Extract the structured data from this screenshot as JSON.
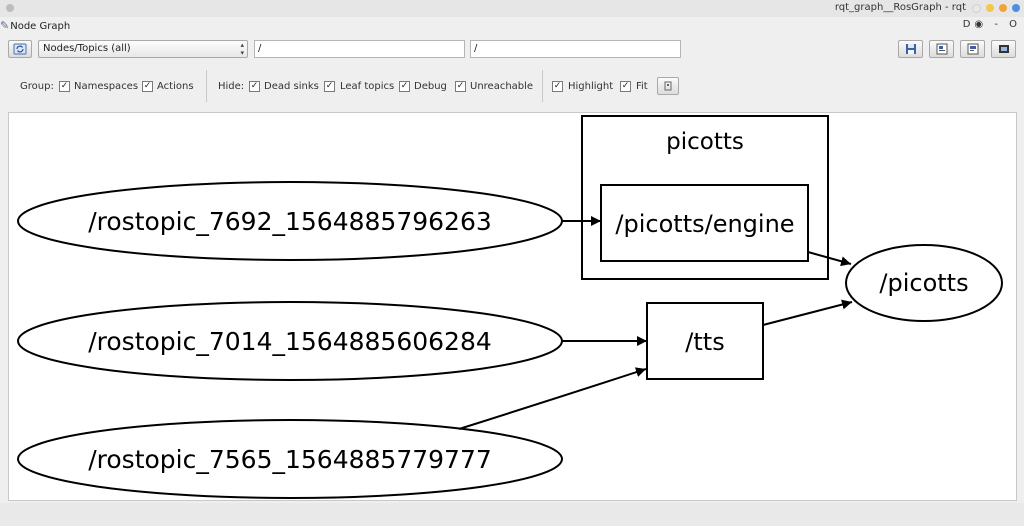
{
  "window": {
    "title": "rqt_graph__RosGraph - rqt",
    "pane_title": "Node Graph",
    "pane_controls": "D◉ - O",
    "traffic_colors": [
      "#e8e8e8",
      "#f4c64a",
      "#f2a23a",
      "#4b8fe0"
    ]
  },
  "toolbar": {
    "refresh_icon": "refresh-icon",
    "graph_type": "Nodes/Topics (all)",
    "node_filter": "/",
    "topic_filter": "/",
    "action_icons": [
      "save-dot-icon",
      "load-graph-icon",
      "save-svg-icon",
      "screenshot-icon"
    ]
  },
  "options": {
    "group_label": "Group:",
    "namespaces_label": "Namespaces",
    "actions_label": "Actions",
    "hide_label": "Hide:",
    "dead_sinks_label": "Dead sinks",
    "leaf_topics_label": "Leaf topics",
    "debug_label": "Debug",
    "unreachable_label": "Unreachable",
    "highlight_label": "Highlight",
    "fit_label": "Fit",
    "checked": {
      "namespaces": true,
      "actions": true,
      "dead_sinks": true,
      "leaf_topics": true,
      "debug": true,
      "unreachable": true,
      "highlight": true,
      "fit": true
    }
  },
  "graph": {
    "cluster_label": "picotts",
    "nodes": {
      "rostopic_a": "/rostopic_7692_1564885796263",
      "rostopic_b": "/rostopic_7014_1564885606284",
      "rostopic_c": "/rostopic_7565_1564885779777",
      "engine": "/picotts/engine",
      "tts": "/tts",
      "picotts": "/picotts"
    }
  }
}
